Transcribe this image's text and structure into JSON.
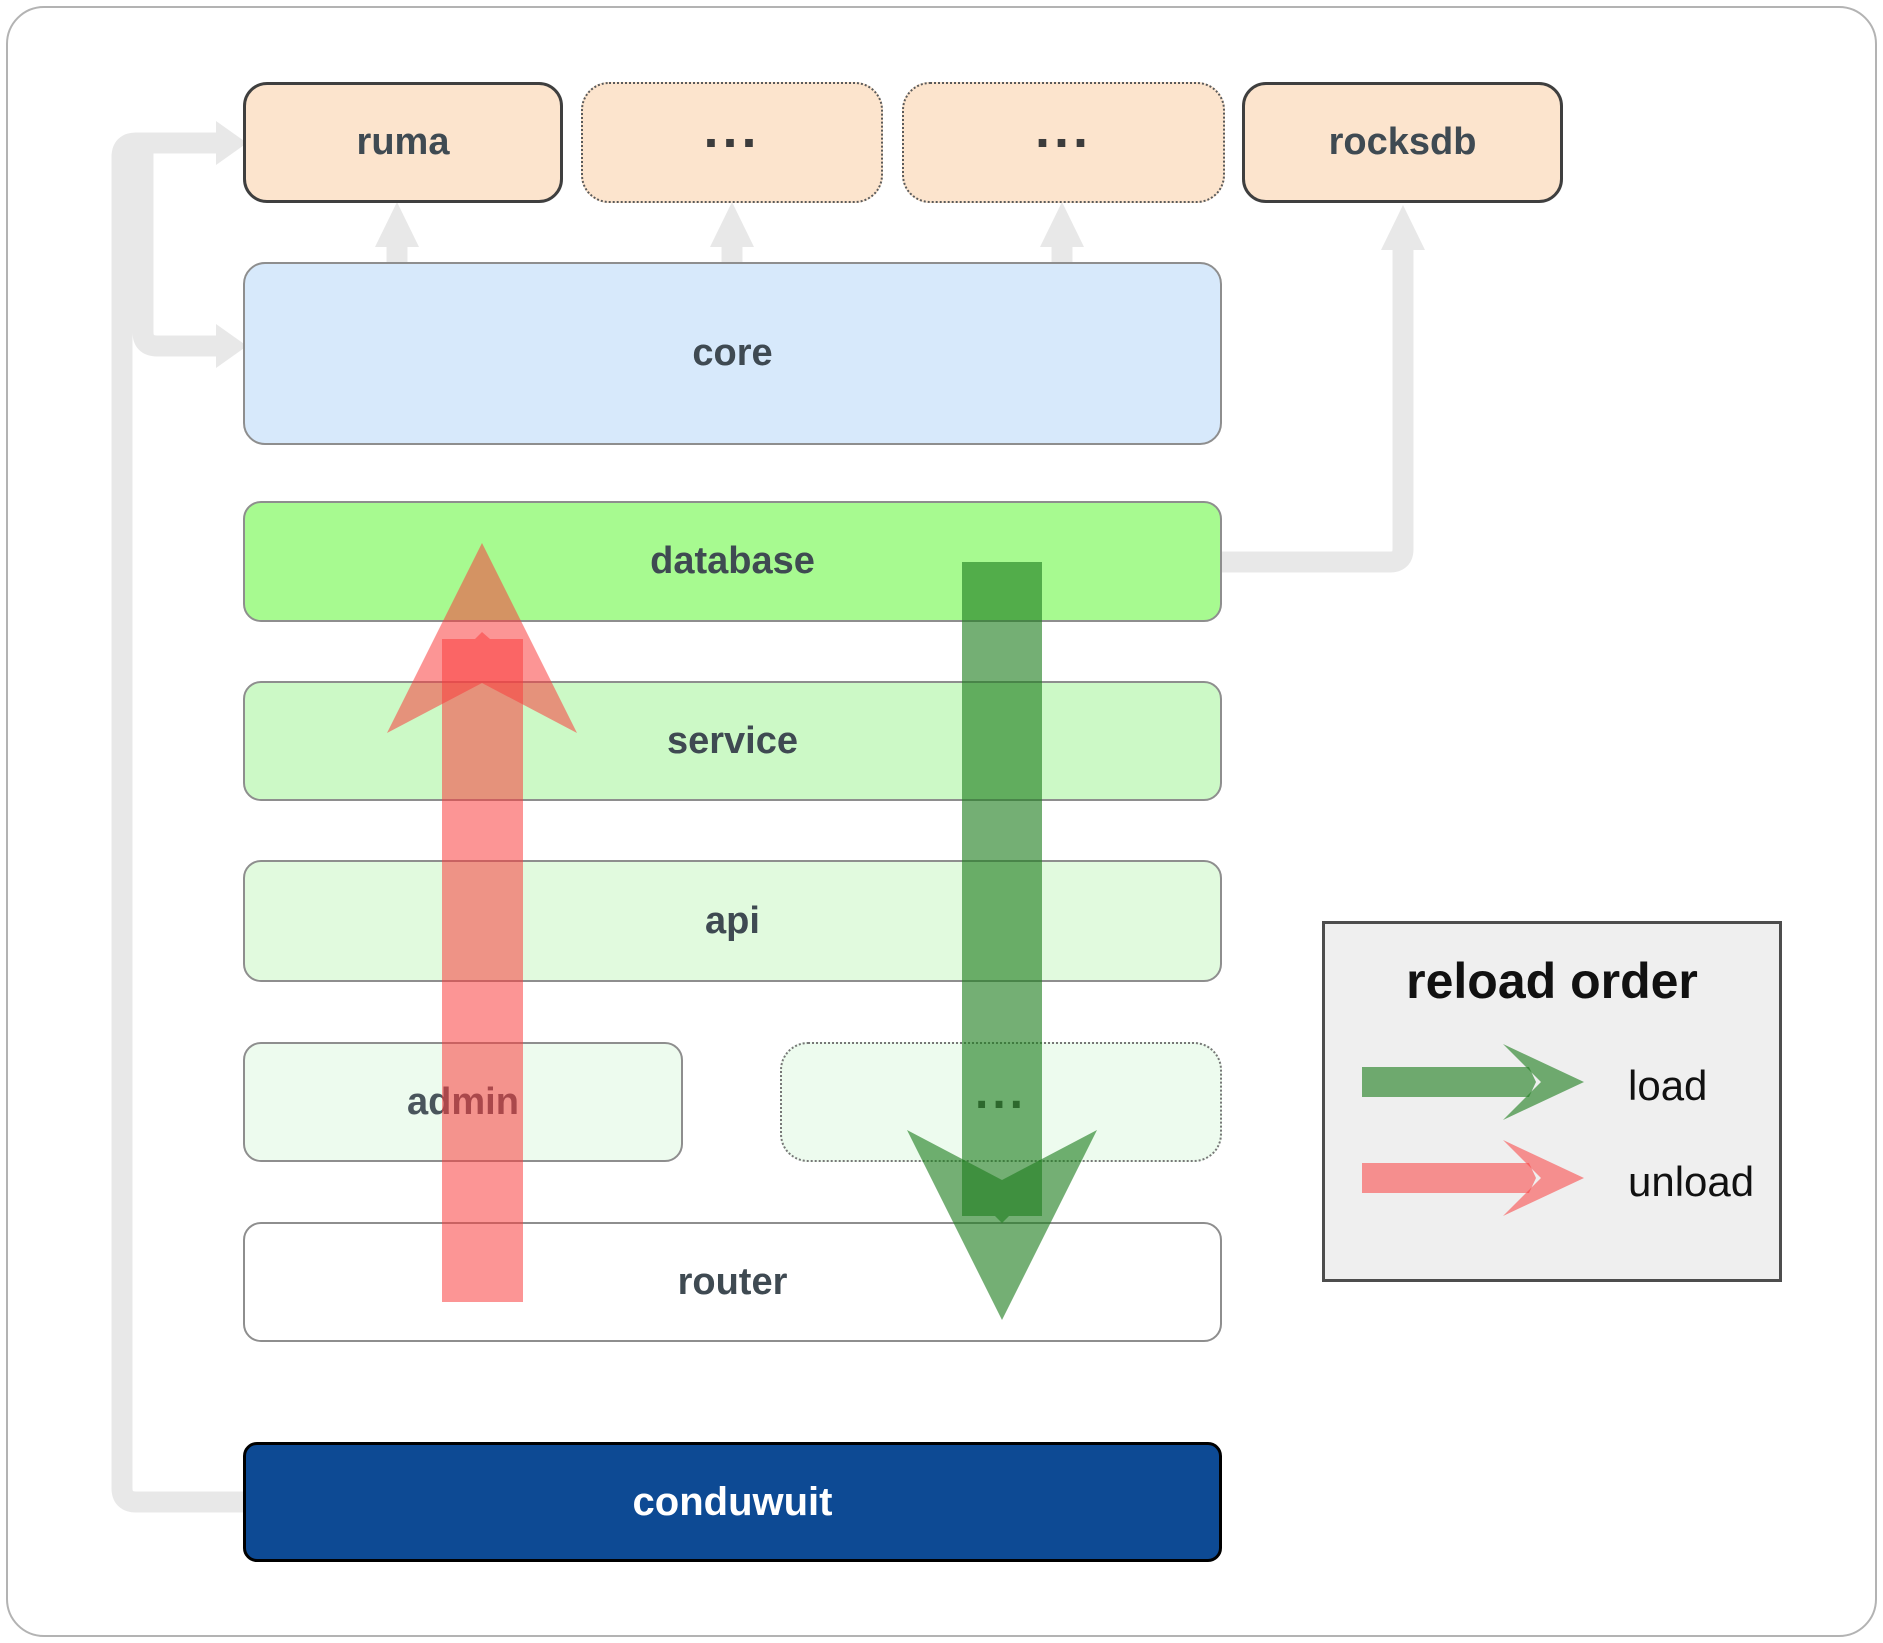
{
  "nodes": {
    "ruma": "ruma",
    "ellipsis_top_1": "...",
    "ellipsis_top_2": "...",
    "rocksdb": "rocksdb",
    "core": "core",
    "database": "database",
    "service": "service",
    "api": "api",
    "admin": "admin",
    "ellipsis_admin": "...",
    "router": "router",
    "conduwuit": "conduwuit"
  },
  "legend": {
    "title": "reload order",
    "load": "load",
    "unload": "unload"
  },
  "colors": {
    "load_arrow": "#1e7e1e",
    "unload_arrow": "#fa3e3e",
    "connector": "#e8e8e8",
    "peach": "#fce4cd",
    "core_blue": "#d7e9fb",
    "database_green": "#a7fa90",
    "service_green": "#ccf9c6",
    "api_green": "#e1fade",
    "admin_green": "#edfbee",
    "router_white": "#ffffff",
    "conduwuit_navy": "#0d4a94",
    "legend_bg": "#efefef"
  }
}
